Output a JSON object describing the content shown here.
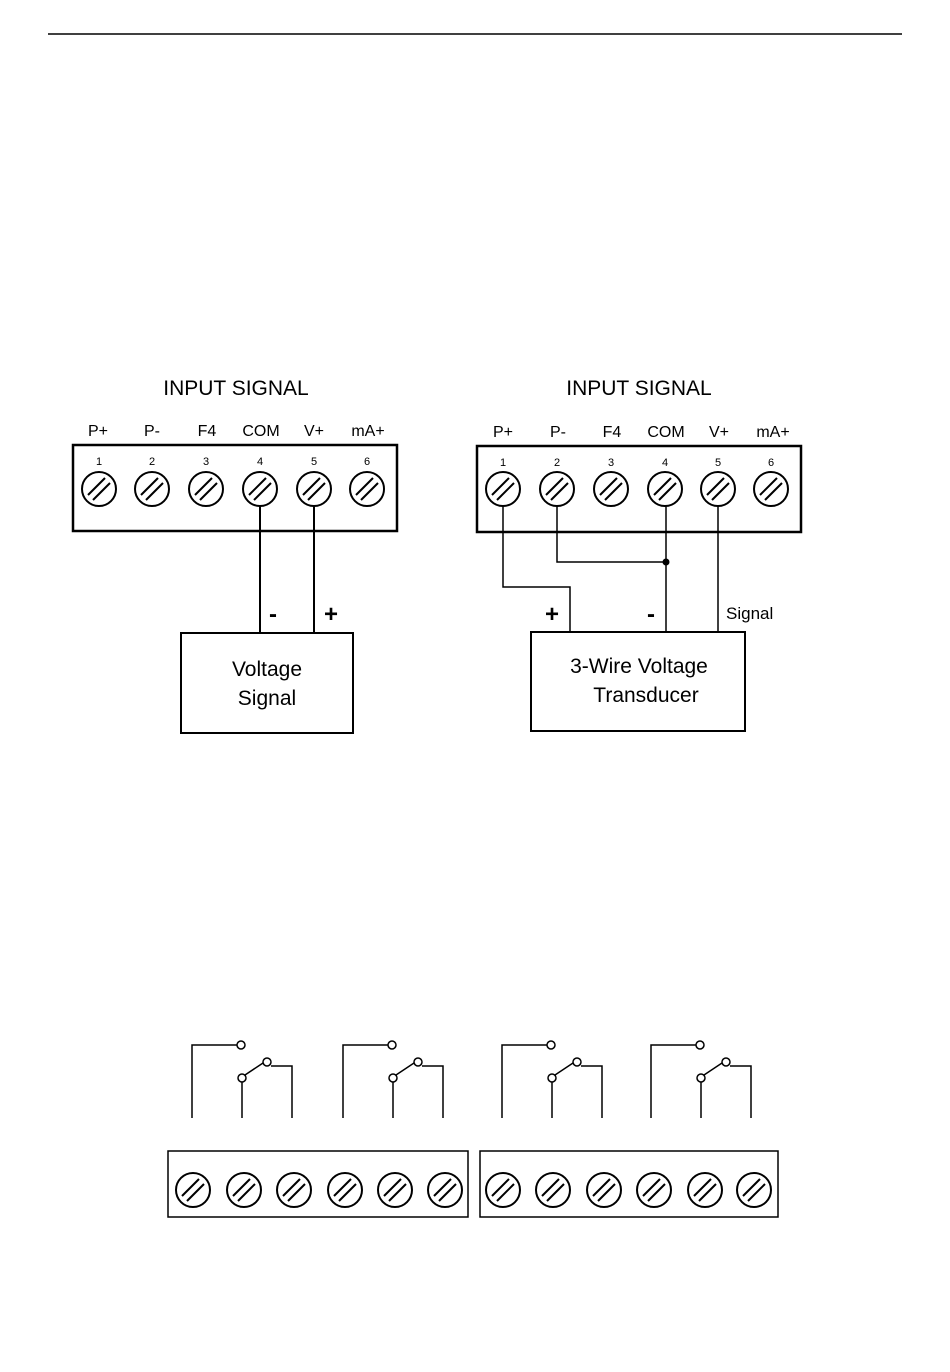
{
  "diagram1": {
    "title": "INPUT SIGNAL",
    "terminal_labels": [
      "P+",
      "P-",
      "F4",
      "COM",
      "V+",
      "mA+"
    ],
    "terminal_numbers": [
      "1",
      "2",
      "3",
      "4",
      "5",
      "6"
    ],
    "minus_label": "-",
    "plus_label": "+",
    "device_line1": "Voltage",
    "device_line2": "Signal"
  },
  "diagram2": {
    "title": "INPUT SIGNAL",
    "terminal_labels": [
      "P+",
      "P-",
      "F4",
      "COM",
      "V+",
      "mA+"
    ],
    "terminal_numbers": [
      "1",
      "2",
      "3",
      "4",
      "5",
      "6"
    ],
    "plus_label": "+",
    "minus_label": "-",
    "signal_label": "Signal",
    "device_line1": "3-Wire Voltage",
    "device_line2": "Transducer"
  },
  "relay_block": {
    "relay_count": 4,
    "screw_count": 12
  }
}
